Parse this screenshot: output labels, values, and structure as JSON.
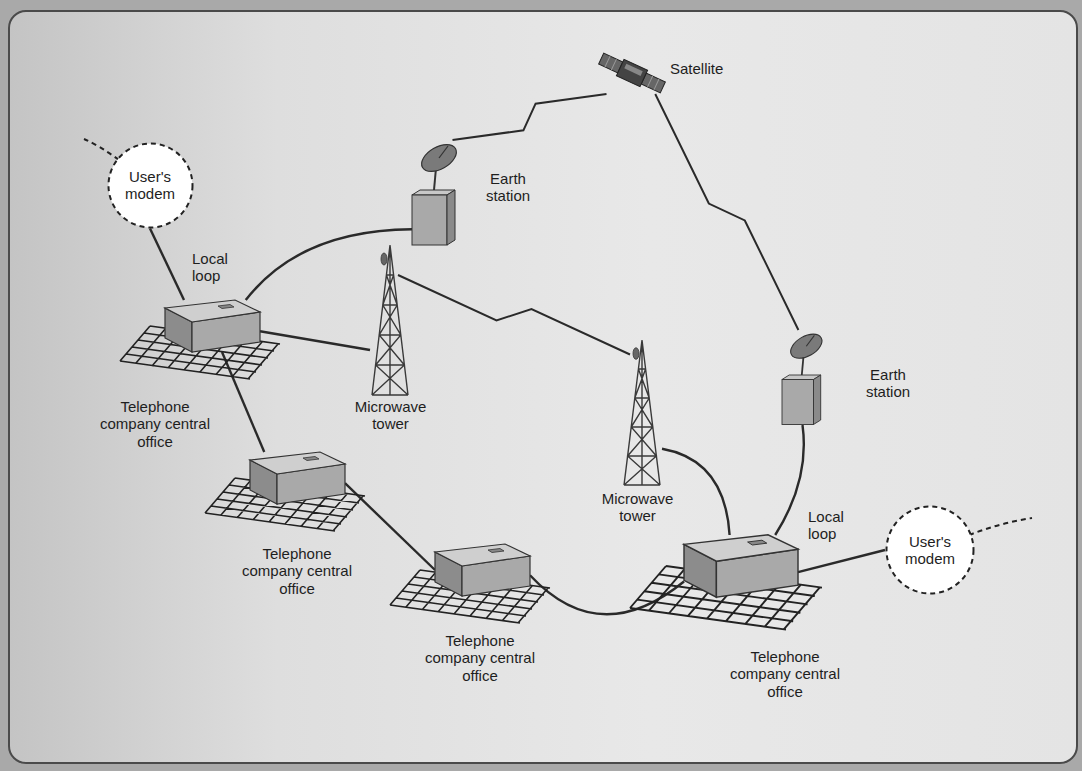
{
  "diagram": {
    "nodes": [
      {
        "text": [
          "Satellite"
        ]
      },
      {
        "text": [
          "Earth station"
        ]
      },
      {
        "text": [
          "User's modem"
        ]
      },
      {
        "text": [
          "Microwave tower"
        ]
      },
      {
        "text": [
          "Telephone company central office"
        ]
      },
      {
        "text": [
          "Earth station"
        ]
      },
      {
        "text": [
          "Microwave tower"
        ]
      },
      {
        "text": [
          "Telephone company central office"
        ]
      },
      {
        "text": [
          "User's modem"
        ]
      },
      {
        "text": [
          "Telephone company central office"
        ]
      },
      {
        "text": [
          "Telephone company central office"
        ]
      }
    ],
    "edges": [
      {
        "from": 2,
        "to": 4,
        "arrow": "none",
        "label": "Local loop"
      },
      {
        "from": 4,
        "to": 1,
        "arrow": "none"
      },
      {
        "from": 4,
        "to": 3,
        "arrow": "none"
      },
      {
        "from": 4,
        "to": 7,
        "arrow": "none"
      },
      {
        "from": 7,
        "to": 9,
        "arrow": "none"
      },
      {
        "from": 9,
        "to": 10,
        "arrow": "none"
      },
      {
        "from": 1,
        "to": 0,
        "arrow": "none"
      },
      {
        "from": 0,
        "to": 5,
        "arrow": "none"
      },
      {
        "from": 3,
        "to": 6,
        "arrow": "none"
      },
      {
        "from": 6,
        "to": 10,
        "arrow": "none"
      },
      {
        "from": 5,
        "to": 10,
        "arrow": "none"
      },
      {
        "from": 10,
        "to": 8,
        "arrow": "none",
        "label": "Local loop"
      }
    ]
  }
}
